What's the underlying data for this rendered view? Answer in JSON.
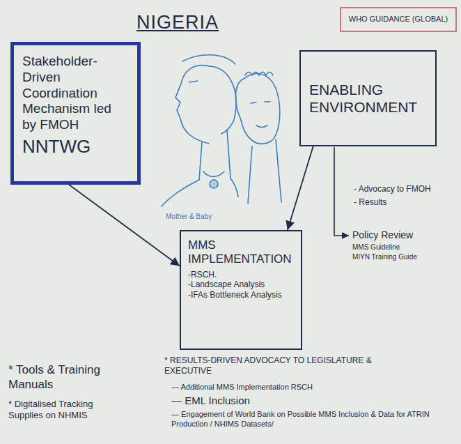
{
  "diagram": {
    "title": "NIGERIA",
    "nodes": [
      {
        "text": [
          "WHO GUIDANCE (GLOBAL)"
        ]
      },
      {
        "text": [
          "Stakeholder-Driven Coordination Mechanism led by FMOH",
          "NNTWG"
        ]
      },
      {
        "text": [
          "ENABLING ENVIRONMENT"
        ]
      },
      {
        "text": [
          "MMS IMPLEMENTATION",
          "-RSCH.",
          "-Landscape Analysis",
          "-IFAs Bottleneck Analysis"
        ]
      }
    ],
    "edges": [
      {
        "from": 1,
        "to": 3,
        "arrow": "to"
      },
      {
        "from": 2,
        "to": 3,
        "arrow": "to"
      }
    ],
    "labels": [
      "Mother & Baby",
      "- Advocacy to FMOH",
      "- Results",
      "Policy Review",
      "MMS Guideline",
      "MIYN Training Guide",
      "* Tools & Training Manuals",
      "* Digitalised Tracking Supplies on NHMIS",
      "* RESULTS-DRIVEN ADVOCACY TO LEGISLATURE & EXECUTIVE",
      "— Additional MMS Implementation RSCH",
      "— EML Inclusion",
      "— Engagement of World Bank on Possible MMS Inclusion & Data for ATRIN Production / NHIMS Datasets/"
    ]
  }
}
